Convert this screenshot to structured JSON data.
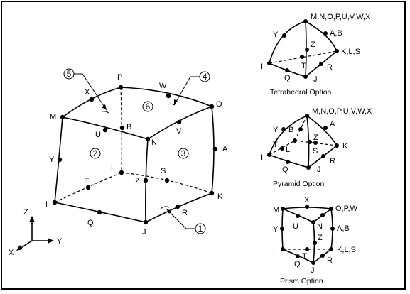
{
  "main_element": {
    "corner_nodes": [
      "I",
      "J",
      "K",
      "L",
      "M",
      "N",
      "O",
      "P"
    ],
    "midside_nodes": [
      "Q",
      "R",
      "S",
      "T",
      "U",
      "V",
      "W",
      "X",
      "Y",
      "Z",
      "A",
      "B"
    ],
    "face_numbers": [
      "1",
      "2",
      "3",
      "4",
      "5",
      "6"
    ],
    "axes": {
      "z": "Z",
      "y": "Y",
      "x": "X"
    }
  },
  "tetrahedral": {
    "caption": "Tetrahedral Option",
    "labels": [
      "M,N,O,P,U,V,W,X",
      "Y",
      "A,B",
      "Z",
      "K,L,S",
      "T",
      "I",
      "Q",
      "R",
      "J"
    ]
  },
  "pyramid": {
    "caption": "Pyramid Option",
    "labels": [
      "M,N,O,P,U,V,W,X",
      "Y",
      "B",
      "A",
      "Z",
      "T",
      "L",
      "S",
      "K",
      "I",
      "R",
      "Q",
      "J"
    ]
  },
  "prism": {
    "caption": "Prism Option",
    "labels": [
      "M",
      "X",
      "O,P,W",
      "Y",
      "U",
      "N",
      "A,B",
      "Z",
      "I",
      "T",
      "K,L,S",
      "R",
      "Q",
      "J"
    ]
  }
}
